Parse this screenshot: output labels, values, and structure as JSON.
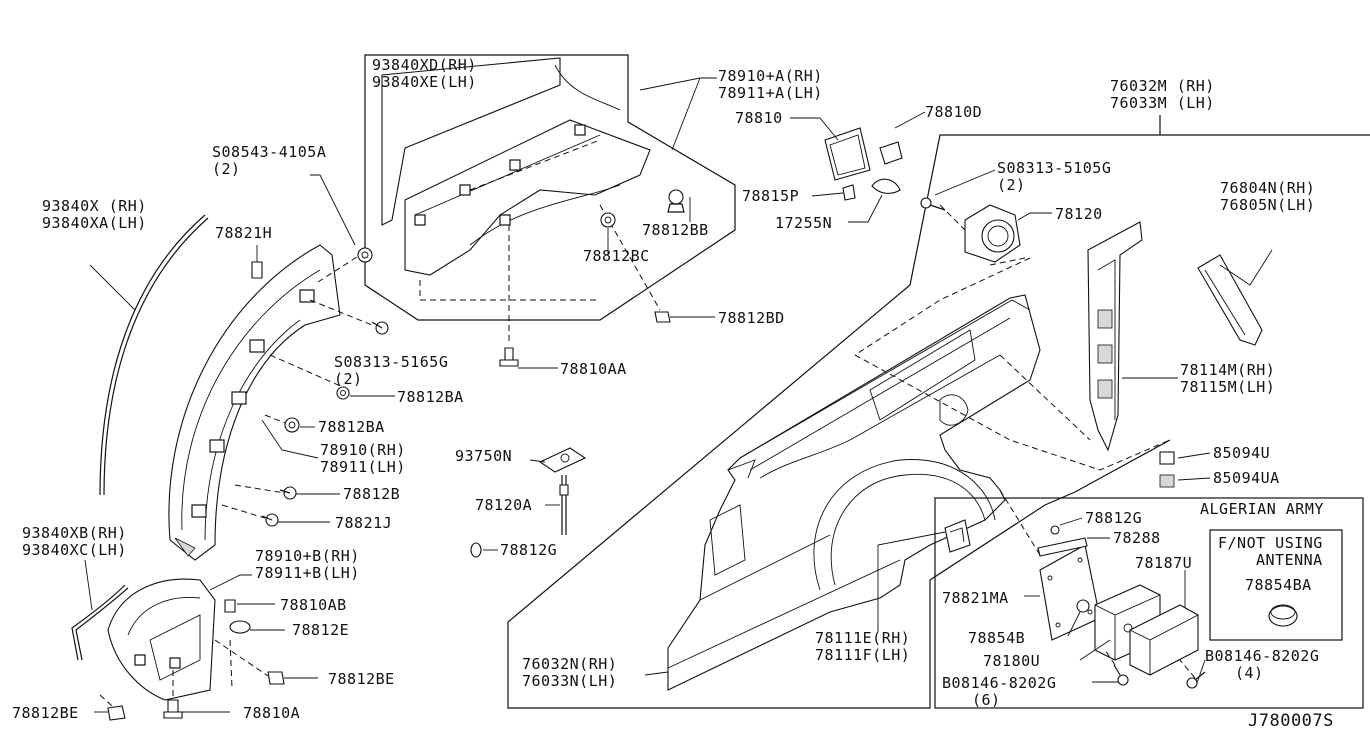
{
  "diagram_id": "J780007S",
  "box_title": "ALGERIAN ARMY",
  "note": [
    "F/NOT USING",
    "ANTENNA"
  ],
  "callouts": {
    "c93840xd": [
      "93840XD(RH)",
      "93840XE(LH)"
    ],
    "c78910a": [
      "78910+A(RH)",
      "78911+A(LH)"
    ],
    "c76032m": [
      "76032M (RH)",
      "76033M (LH)"
    ],
    "c78810": [
      "78810"
    ],
    "c78810d": [
      "78810D"
    ],
    "c08543": [
      "S08543-4105A",
      "(2)"
    ],
    "c08313b": [
      "S08313-5105G",
      "(2)"
    ],
    "c78815p": [
      "78815P"
    ],
    "c17255n": [
      "17255N"
    ],
    "c76804n": [
      "76804N(RH)",
      "76805N(LH)"
    ],
    "c93840x": [
      "93840X (RH)",
      "93840XA(LH)"
    ],
    "c78812bb": [
      "78812BB"
    ],
    "c78120": [
      "78120"
    ],
    "c78821h": [
      "78821H"
    ],
    "c78812bc": [
      "78812BC"
    ],
    "c78812bd": [
      "78812BD"
    ],
    "c08313a": [
      "S08313-5165G",
      "(2)"
    ],
    "c78810aa": [
      "78810AA"
    ],
    "c78812ba1": [
      "78812BA"
    ],
    "c78812ba2": [
      "78812BA"
    ],
    "c78114m": [
      "78114M(RH)",
      "78115M(LH)"
    ],
    "c78910": [
      "78910(RH)",
      "78911(LH)"
    ],
    "c93750n": [
      "93750N"
    ],
    "c85094u": [
      "85094U"
    ],
    "c85094ua": [
      "85094UA"
    ],
    "c78812b": [
      "78812B"
    ],
    "c78120a": [
      "78120A"
    ],
    "c78821j": [
      "78821J"
    ],
    "c78812g1": [
      "78812G"
    ],
    "c93840xb": [
      "93840XB(RH)",
      "93840XC(LH)"
    ],
    "c78288": [
      "78288"
    ],
    "c78910b": [
      "78910+B(RH)",
      "78911+B(LH)"
    ],
    "c78812g2": [
      "78812G"
    ],
    "c78187u": [
      "78187U"
    ],
    "c78810ab": [
      "78810AB"
    ],
    "c78854ba": [
      "78854BA"
    ],
    "c78821ma": [
      "78821MA"
    ],
    "c78812e": [
      "78812E"
    ],
    "c78111e": [
      "78111E(RH)",
      "78111F(LH)"
    ],
    "c78854b": [
      "78854B"
    ],
    "c76032n": [
      "76032N(RH)",
      "76033N(LH)"
    ],
    "c78180u": [
      "78180U"
    ],
    "c08146a": [
      "B08146-8202G",
      "(4)"
    ],
    "c78812be1": [
      "78812BE"
    ],
    "c08146b": [
      "B08146-8202G",
      "(6)"
    ],
    "c78812be2": [
      "78812BE"
    ],
    "c78810a": [
      "78810A"
    ]
  }
}
